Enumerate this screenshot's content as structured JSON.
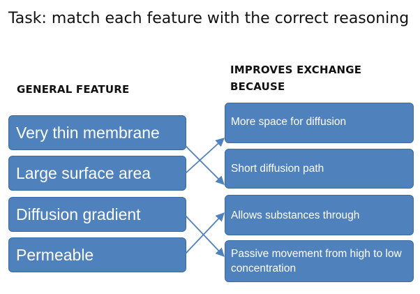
{
  "task": "Task: match each feature with the correct reasoning",
  "headings": {
    "left": "GENERAL FEATURE",
    "right_line1": "IMPROVES EXCHANGE",
    "right_line2": "BECAUSE"
  },
  "features": [
    "Very thin membrane",
    "Large surface area",
    "Diffusion gradient",
    "Permeable"
  ],
  "reasons": [
    "More space for diffusion",
    "Short diffusion path",
    "Allows substances through",
    "Passive movement from high to low concentration"
  ],
  "colors": {
    "box_fill": "#4f81bd",
    "box_border": "#3a6a9f",
    "arrow": "#4f81bd"
  }
}
